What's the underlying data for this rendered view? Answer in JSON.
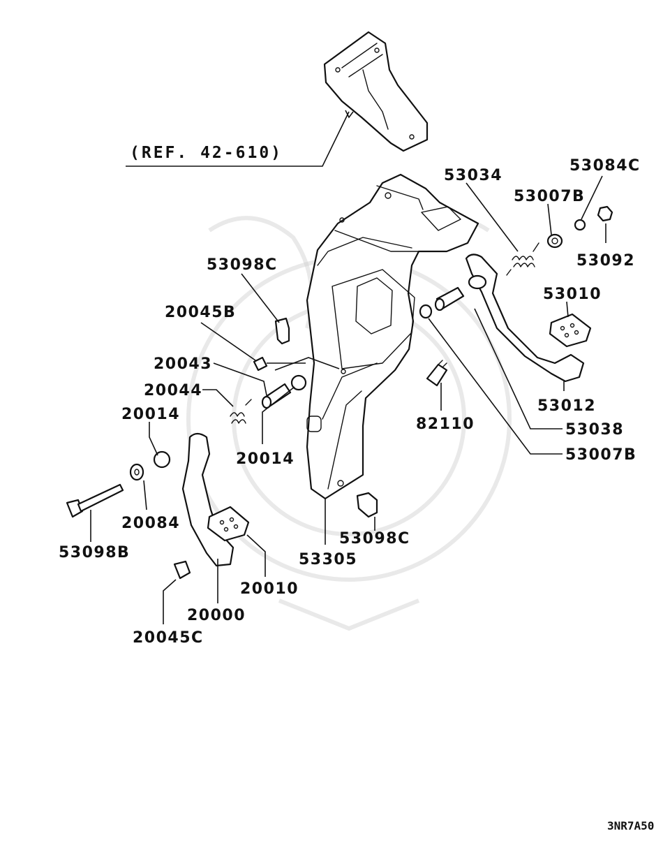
{
  "reference_label": "(REF. 42-610)",
  "diagram_code": "3NR7A50",
  "callouts": {
    "p53034": "53034",
    "p53084c": "53084C",
    "p53007b_top": "53007B",
    "p53092": "53092",
    "p53098c_top": "53098C",
    "p53010": "53010",
    "p20045b": "20045B",
    "p20043": "20043",
    "p20044": "20044",
    "p20014_left": "20014",
    "p20014_mid": "20014",
    "p82110": "82110",
    "p53012": "53012",
    "p53038": "53038",
    "p53007b_bottom": "53007B",
    "p20084": "20084",
    "p53098b": "53098B",
    "p53098c_bottom": "53098C",
    "p53305": "53305",
    "p20010": "20010",
    "p20000": "20000",
    "p20045c": "20045C"
  }
}
